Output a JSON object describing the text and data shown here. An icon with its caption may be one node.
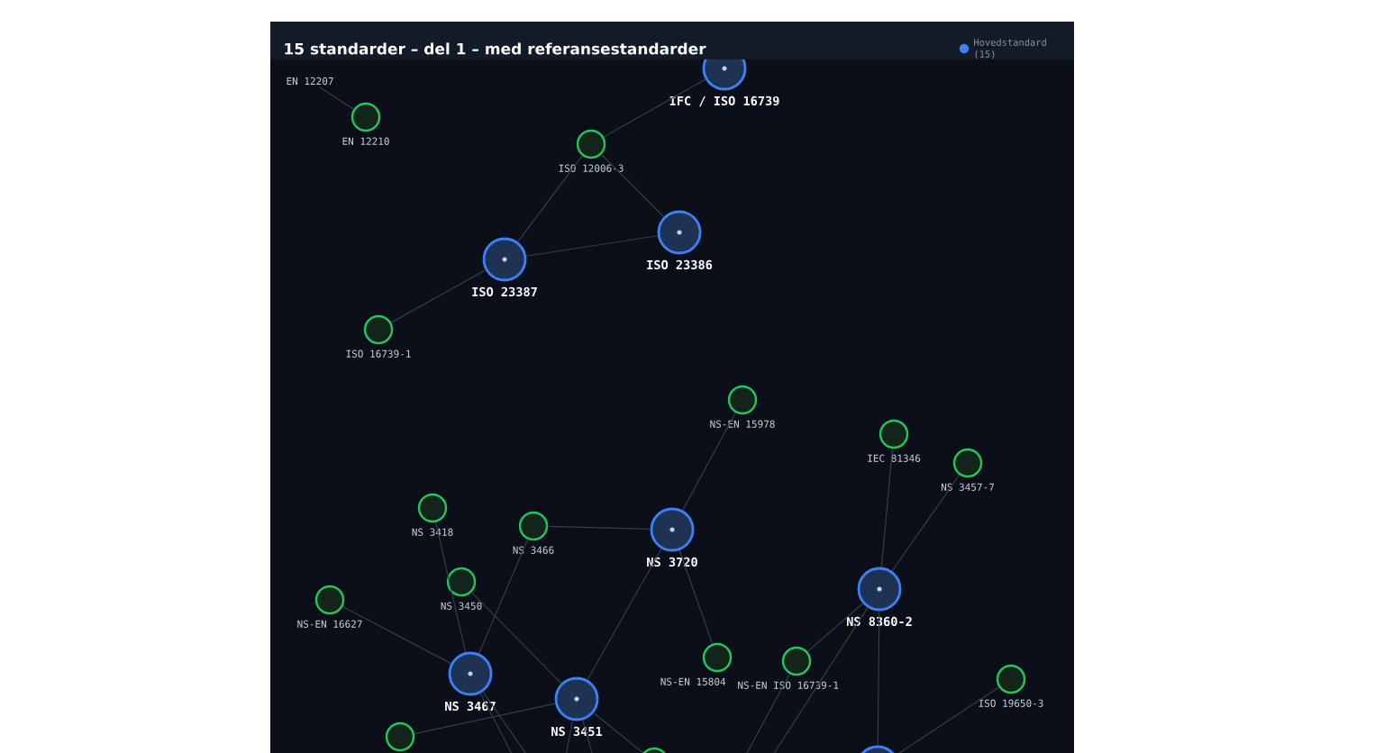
{
  "diagram": {
    "title": "15 standarder – del 1 – med referansestandarder",
    "nodes": [
      {
        "text": [
          "EN 12207"
        ]
      },
      {
        "text": [
          "IFC / ISO 16739"
        ]
      },
      {
        "text": [
          "EN 12210"
        ]
      },
      {
        "text": [
          "ISO 12006-3"
        ]
      },
      {
        "text": [
          "ISO 23386"
        ]
      },
      {
        "text": [
          "ISO 23387"
        ]
      },
      {
        "text": [
          "ISO 16739-1"
        ]
      },
      {
        "text": [
          "NS-EN 15978"
        ]
      },
      {
        "text": [
          "IEC 81346"
        ]
      },
      {
        "text": [
          "NS 3457-7"
        ]
      },
      {
        "text": [
          "NS 3418"
        ]
      },
      {
        "text": [
          "NS 3466"
        ]
      },
      {
        "text": [
          "NS 3720"
        ]
      },
      {
        "text": [
          "NS 3450"
        ]
      },
      {
        "text": [
          "NS 8360-2"
        ]
      },
      {
        "text": [
          "NS-EN 16627"
        ]
      },
      {
        "text": [
          "NS-EN 15804"
        ]
      },
      {
        "text": [
          "NS-EN ISO 16739-1"
        ]
      },
      {
        "text": [
          "NS 3467"
        ]
      },
      {
        "text": [
          "ISO 19650-3"
        ]
      },
      {
        "text": [
          "NS 3451"
        ]
      },
      {
        "text": [],
        "shape": "circle"
      },
      {
        "text": [],
        "shape": "circle"
      },
      {
        "text": [],
        "shape": "circle"
      }
    ],
    "edges": [
      {
        "from": 2,
        "to": 0,
        "arrow": "none"
      },
      {
        "from": 1,
        "to": 3,
        "arrow": "none"
      },
      {
        "from": 3,
        "to": 5,
        "arrow": "none"
      },
      {
        "from": 3,
        "to": 4,
        "arrow": "none"
      },
      {
        "from": 5,
        "to": 4,
        "arrow": "none"
      },
      {
        "from": 5,
        "to": 6,
        "arrow": "none"
      },
      {
        "from": 12,
        "to": 7,
        "arrow": "none"
      },
      {
        "from": 12,
        "to": 11,
        "arrow": "none"
      },
      {
        "from": 12,
        "to": 16,
        "arrow": "none"
      },
      {
        "from": 12,
        "to": 20,
        "arrow": "none"
      },
      {
        "from": 8,
        "to": 14,
        "arrow": "none"
      },
      {
        "from": 9,
        "to": 14,
        "arrow": "none"
      },
      {
        "from": 14,
        "to": 23,
        "arrow": "none"
      },
      {
        "from": 14,
        "to": 17,
        "arrow": "none"
      },
      {
        "from": 23,
        "to": 19,
        "arrow": "none"
      },
      {
        "from": 10,
        "to": 18,
        "arrow": "none"
      },
      {
        "from": 11,
        "to": 18,
        "arrow": "none"
      },
      {
        "from": 13,
        "to": 20,
        "arrow": "none"
      },
      {
        "from": 15,
        "to": 18,
        "arrow": "none"
      },
      {
        "from": 20,
        "to": 21,
        "arrow": "none"
      },
      {
        "from": 20,
        "to": 22,
        "arrow": "none"
      },
      {
        "from": 14,
        "to": null,
        "arrow": "none"
      },
      {
        "from": 17,
        "to": null,
        "arrow": "none"
      },
      {
        "from": 18,
        "to": null,
        "arrow": "none"
      },
      {
        "from": 18,
        "to": null,
        "arrow": "none"
      },
      {
        "from": 20,
        "to": null,
        "arrow": "none"
      },
      {
        "from": 20,
        "to": null,
        "arrow": "none"
      }
    ],
    "legend": [
      {
        "text": "Hovedstandard (15)",
        "color": "#3b82f6"
      }
    ]
  }
}
